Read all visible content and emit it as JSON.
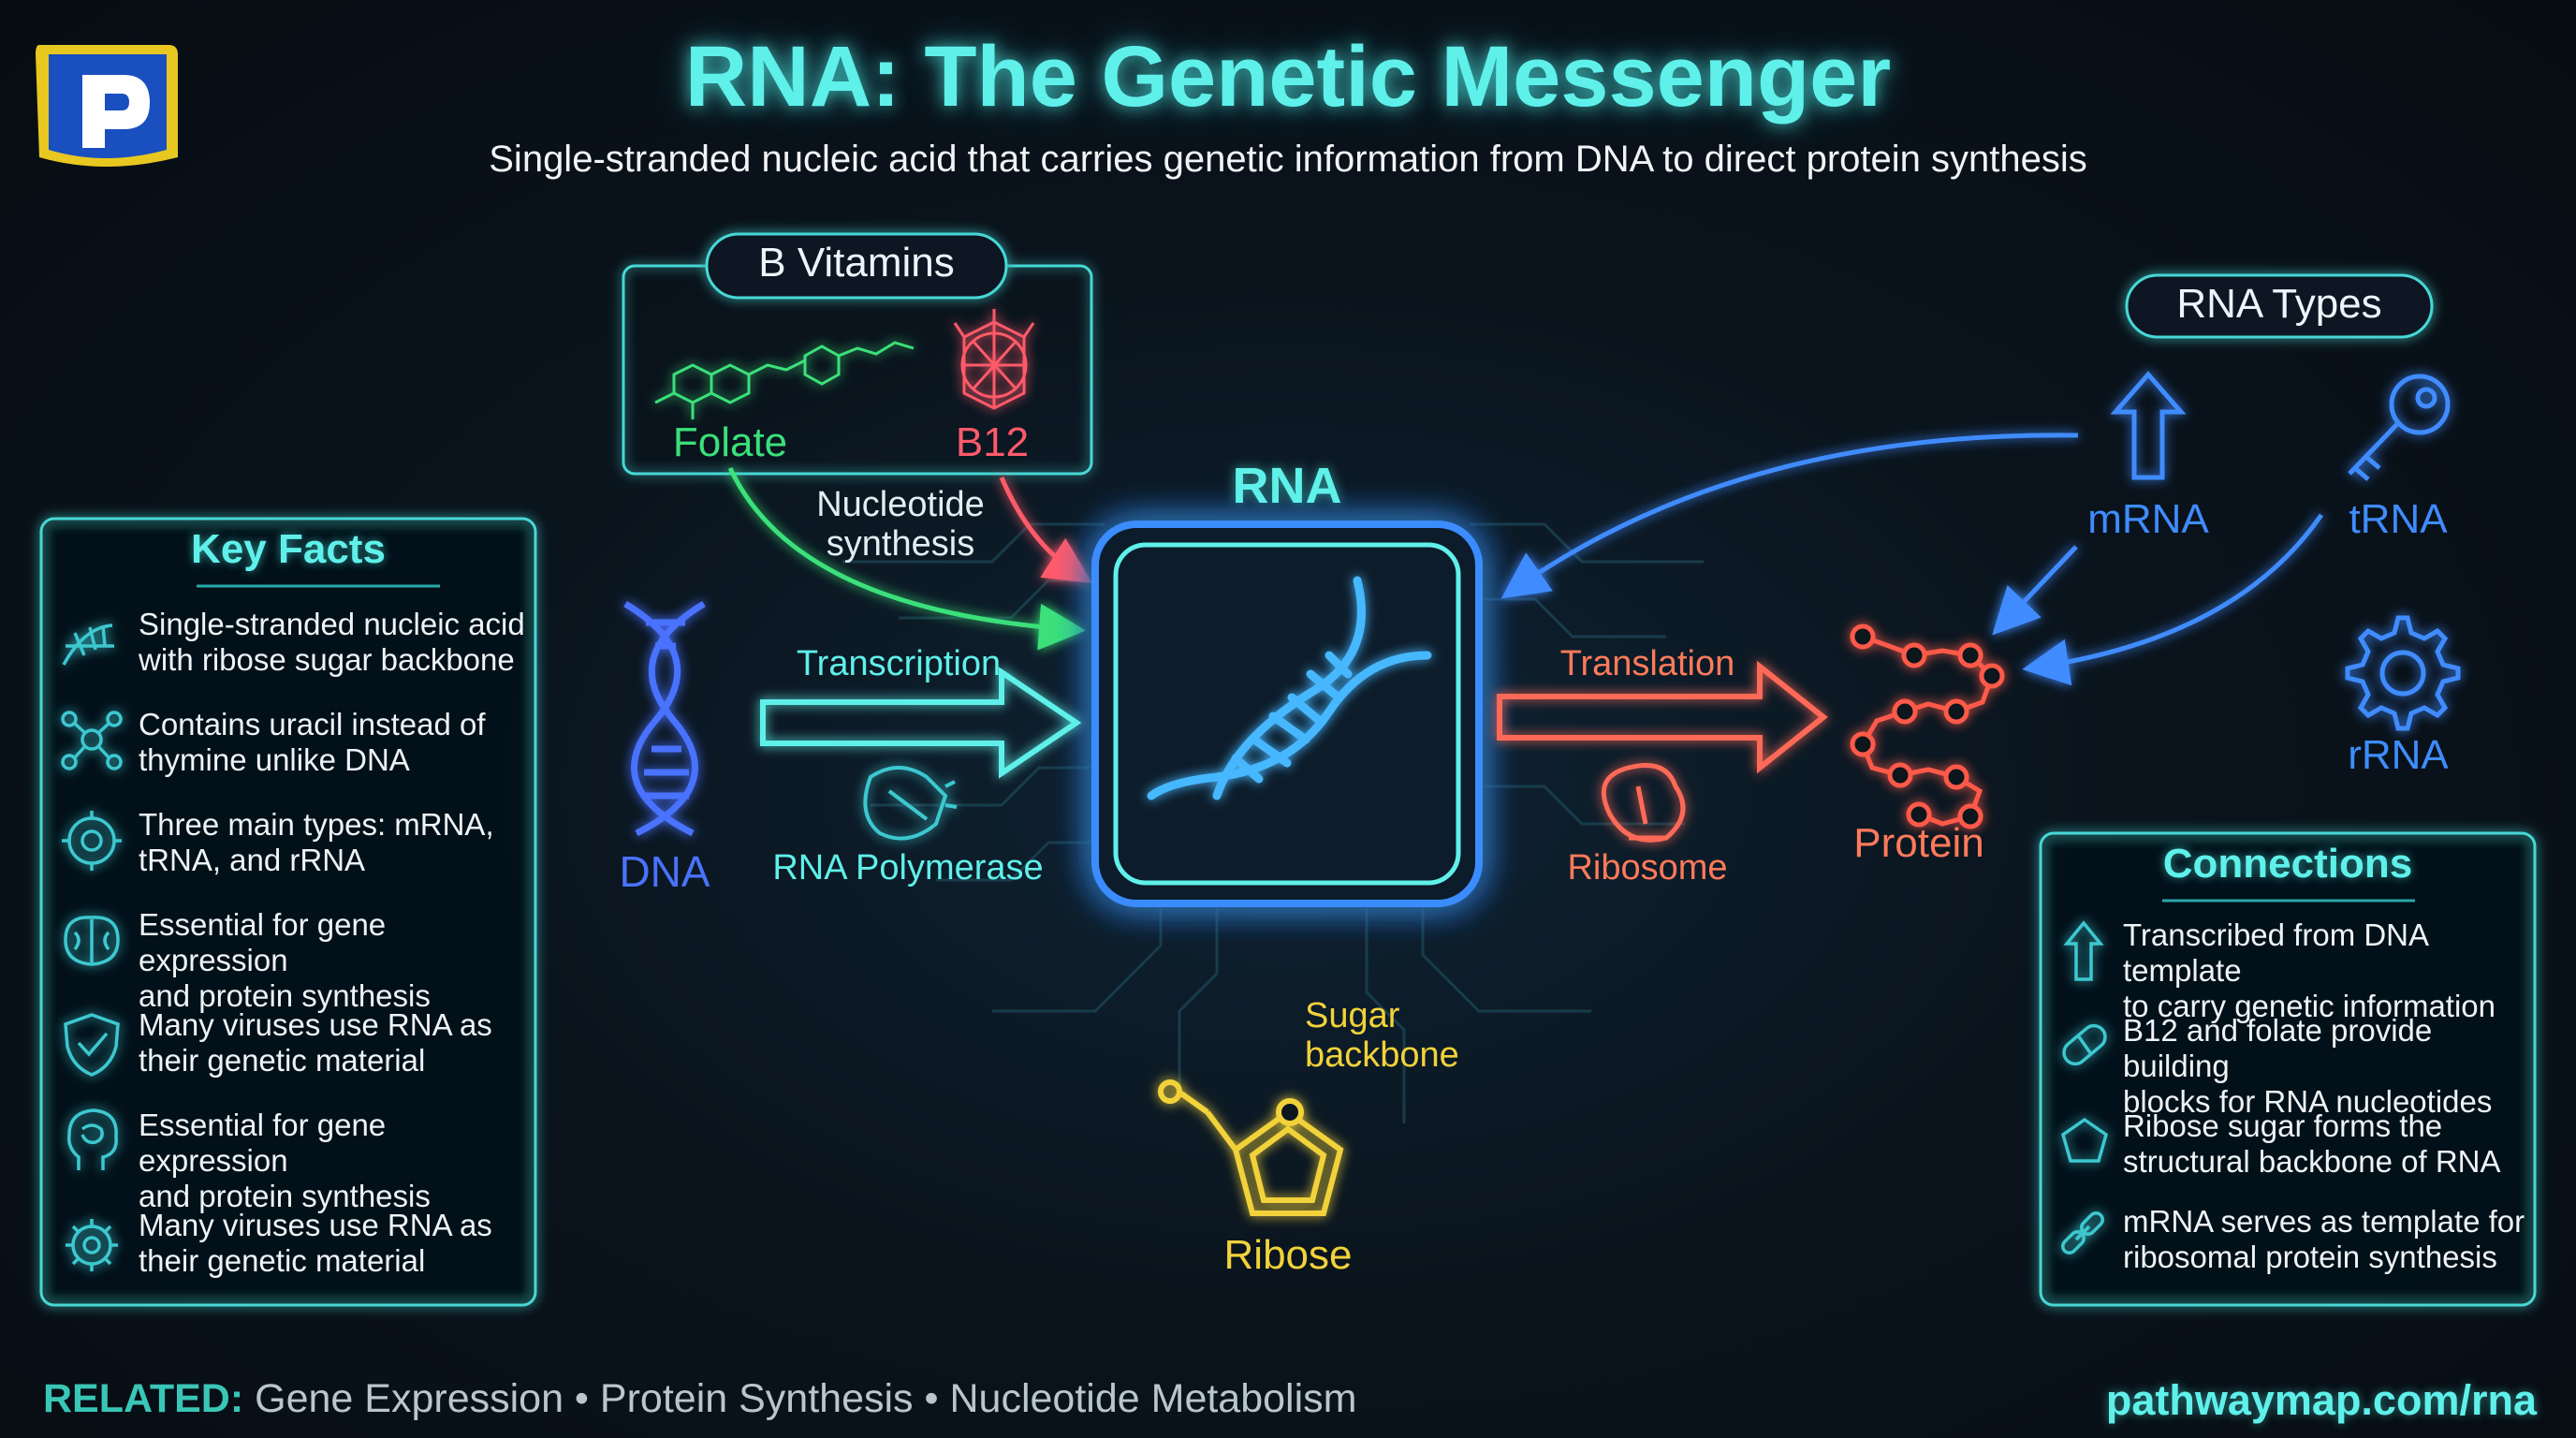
{
  "header": {
    "title": "RNA: The Genetic Messenger",
    "subtitle": "Single-stranded nucleic acid that carries genetic information from DNA to direct protein synthesis"
  },
  "b_vitamins": {
    "title": "B Vitamins",
    "folate": "Folate",
    "b12": "B12"
  },
  "center": {
    "rna_label": "RNA",
    "nucleotide_label": "Nucleotide synthesis",
    "dna_label": "DNA",
    "transcription_label": "Transcription",
    "polymerase_label": "RNA Polymerase",
    "translation_label": "Translation",
    "ribosome_label": "Ribosome",
    "protein_label": "Protein",
    "sugar_label": "Sugar backbone",
    "ribose_label": "Ribose"
  },
  "rna_types": {
    "title": "RNA Types",
    "mrna": "mRNA",
    "trna": "tRNA",
    "rrna": "rRNA"
  },
  "key_facts": {
    "title": "Key Facts",
    "items": [
      {
        "icon": "rna-strand-icon",
        "line1": "Single-stranded nucleic acid",
        "line2": "with ribose sugar backbone"
      },
      {
        "icon": "molecule-icon",
        "line1": "Contains uracil instead of",
        "line2": "thymine unlike DNA"
      },
      {
        "icon": "gear-icon",
        "line1": "Three main types: mRNA,",
        "line2": "tRNA, and rRNA"
      },
      {
        "icon": "brain-icon",
        "line1": "Essential for gene expression",
        "line2": "and protein synthesis"
      },
      {
        "icon": "shield-check-icon",
        "line1": "Many viruses use RNA as",
        "line2": "their genetic material"
      },
      {
        "icon": "head-brain-icon",
        "line1": "Essential for gene expression",
        "line2": "and protein synthesis"
      },
      {
        "icon": "virus-icon",
        "line1": "Many viruses use RNA as",
        "line2": "their genetic material"
      }
    ]
  },
  "connections": {
    "title": "Connections",
    "items": [
      {
        "icon": "up-arrow-icon",
        "line1": "Transcribed from DNA template",
        "line2": "to carry genetic information"
      },
      {
        "icon": "pill-icon",
        "line1": "B12 and folate provide building",
        "line2": "blocks for RNA nucleotides"
      },
      {
        "icon": "pentagon-icon",
        "line1": "Ribose sugar forms the",
        "line2": "structural backbone of RNA"
      },
      {
        "icon": "link-icon",
        "line1": "mRNA serves as template for",
        "line2": "ribosomal protein synthesis"
      }
    ]
  },
  "footer": {
    "related_label": "RELATED:",
    "related_text": "Gene Expression • Protein Synthesis • Nucleotide Metabolism",
    "url": "pathwaymap.com/rna"
  },
  "colors": {
    "cyan": "#5ff0ea",
    "blue": "#3f8cff",
    "green": "#3be07a",
    "red": "#ff5a4a",
    "orange": "#ff7a5a",
    "yellow": "#f2d23a"
  }
}
